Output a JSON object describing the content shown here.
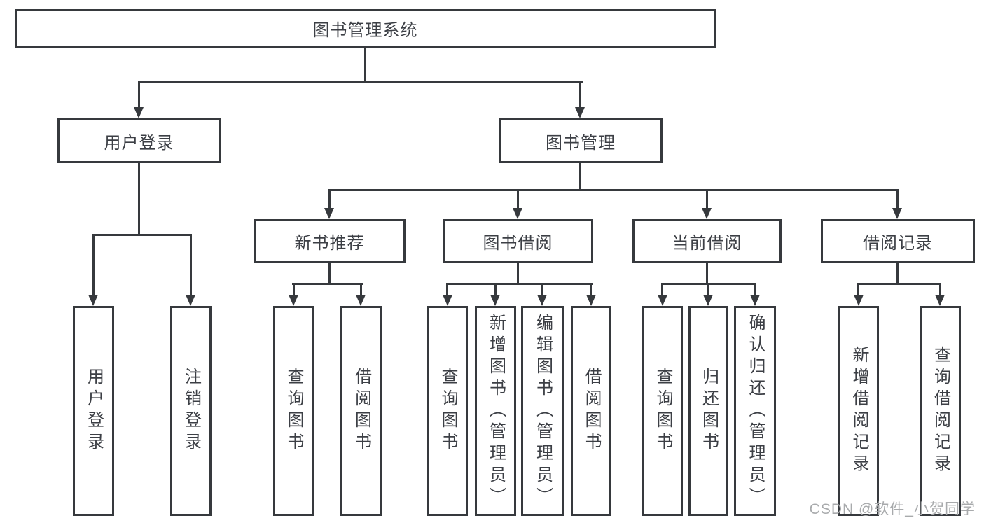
{
  "diagram": {
    "title": "图书管理系统",
    "root": {
      "label": "图书管理系统"
    },
    "level2": [
      {
        "id": "user-login",
        "label": "用户登录"
      },
      {
        "id": "book-management",
        "label": "图书管理"
      }
    ],
    "level3": [
      {
        "id": "new-book-recommend",
        "label": "新书推荐"
      },
      {
        "id": "book-borrow",
        "label": "图书借阅"
      },
      {
        "id": "current-borrow",
        "label": "当前借阅"
      },
      {
        "id": "borrow-records",
        "label": "借阅记录"
      }
    ],
    "leaves": [
      {
        "parent": "用户登录",
        "label": "用户登录"
      },
      {
        "parent": "用户登录",
        "label": "注销登录"
      },
      {
        "parent": "新书推荐",
        "label": "查询图书"
      },
      {
        "parent": "新书推荐",
        "label": "借阅图书"
      },
      {
        "parent": "图书借阅",
        "label": "查询图书"
      },
      {
        "parent": "图书借阅",
        "label": "新增图书（管理员）"
      },
      {
        "parent": "图书借阅",
        "label": "编辑图书（管理员）"
      },
      {
        "parent": "图书借阅",
        "label": "借阅图书"
      },
      {
        "parent": "当前借阅",
        "label": "查询图书"
      },
      {
        "parent": "当前借阅",
        "label": "归还图书"
      },
      {
        "parent": "当前借阅",
        "label": "确认归还（管理员）"
      },
      {
        "parent": "借阅记录",
        "label": "新增借阅记录"
      },
      {
        "parent": "借阅记录",
        "label": "查询借阅记录"
      }
    ]
  },
  "watermark": "CSDN @软件_小贺同学",
  "colors": {
    "line": "#36393d",
    "text": "#3c3f45",
    "watermark": "#a8aaac",
    "background": "#ffffff"
  }
}
